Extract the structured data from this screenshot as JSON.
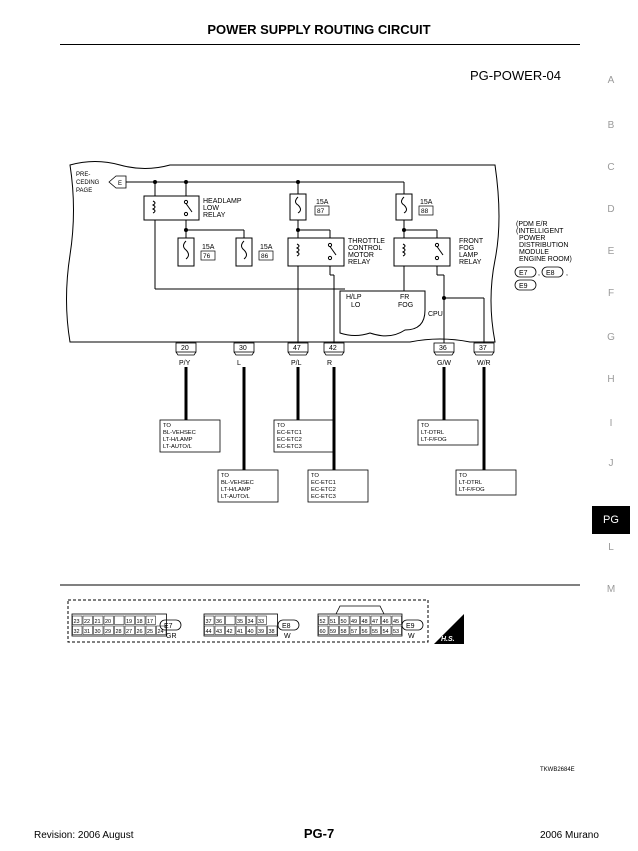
{
  "header": {
    "title": "POWER SUPPLY ROUTING CIRCUIT",
    "diagram_code": "PG-POWER-04"
  },
  "side_index": {
    "letters": [
      "A",
      "B",
      "C",
      "D",
      "E",
      "F",
      "G",
      "H",
      "I",
      "J",
      "PG",
      "L",
      "M"
    ],
    "active": "PG"
  },
  "diagram": {
    "preceding": [
      "PRE-",
      "CEDING",
      "PAGE"
    ],
    "preceding_connector": "E",
    "headlamp_relay": [
      "HEADLAMP",
      "LOW",
      "RELAY"
    ],
    "throttle_relay": [
      "THROTTLE",
      "CONTROL",
      "MOTOR",
      "RELAY"
    ],
    "fog_relay": [
      "FRONT",
      "FOG",
      "LAMP",
      "RELAY"
    ],
    "fuse_rating": "15A",
    "fuses": [
      "87",
      "88",
      "76",
      "86"
    ],
    "pdm_label": [
      "(PDM E/R",
      "(INTELLIGENT",
      "POWER",
      "DISTRIBUTION",
      "MODULE",
      "ENGINE ROOM)"
    ],
    "pdm_connectors": [
      "E7",
      "E8",
      "E9"
    ],
    "cpu_inputs": [
      [
        "H/LP",
        "LO"
      ],
      [
        "FR",
        "FOG"
      ]
    ],
    "cpu_label": "CPU",
    "terminals": [
      {
        "num": "20",
        "color": "P/Y"
      },
      {
        "num": "30",
        "color": "L"
      },
      {
        "num": "47",
        "color": "P/L"
      },
      {
        "num": "42",
        "color": "R"
      },
      {
        "num": "36",
        "color": "G/W"
      },
      {
        "num": "37",
        "color": "W/R"
      }
    ],
    "destinations": [
      [
        "TO",
        "BL-VEHSEC",
        "LT-H/LAMP",
        "LT-AUTO/L"
      ],
      [
        "TO",
        "BL-VEHSEC",
        "LT-H/LAMP",
        "LT-AUTO/L"
      ],
      [
        "TO",
        "EC-ETC1",
        "EC-ETC2",
        "EC-ETC3"
      ],
      [
        "TO",
        "EC-ETC1",
        "EC-ETC2",
        "EC-ETC3"
      ],
      [
        "TO",
        "LT-DTRL",
        "LT-F/FOG"
      ],
      [
        "TO",
        "LT-DTRL",
        "LT-F/FOG"
      ]
    ]
  },
  "connectors": {
    "e7": {
      "id": "E7",
      "color": "GR",
      "top": [
        "23",
        "22",
        "21",
        "20",
        "",
        "19",
        "18",
        "17"
      ],
      "bottom": [
        "32",
        "31",
        "30",
        "29",
        "28",
        "27",
        "26",
        "25",
        "24"
      ]
    },
    "e8": {
      "id": "E8",
      "color": "W",
      "top": [
        "37",
        "36",
        "",
        "35",
        "34",
        "33"
      ],
      "bottom": [
        "44",
        "43",
        "42",
        "41",
        "40",
        "39",
        "38"
      ]
    },
    "e9": {
      "id": "E9",
      "color": "W",
      "top": [
        "52",
        "51",
        "50",
        "49",
        "48",
        "47",
        "46",
        "45"
      ],
      "bottom": [
        "60",
        "59",
        "58",
        "57",
        "56",
        "55",
        "54",
        "53"
      ]
    },
    "hs_badge": "H.S."
  },
  "image_code": "TKWB2684E",
  "footer": {
    "left": "Revision: 2006 August",
    "center": "PG-7",
    "right": "2006 Murano"
  }
}
